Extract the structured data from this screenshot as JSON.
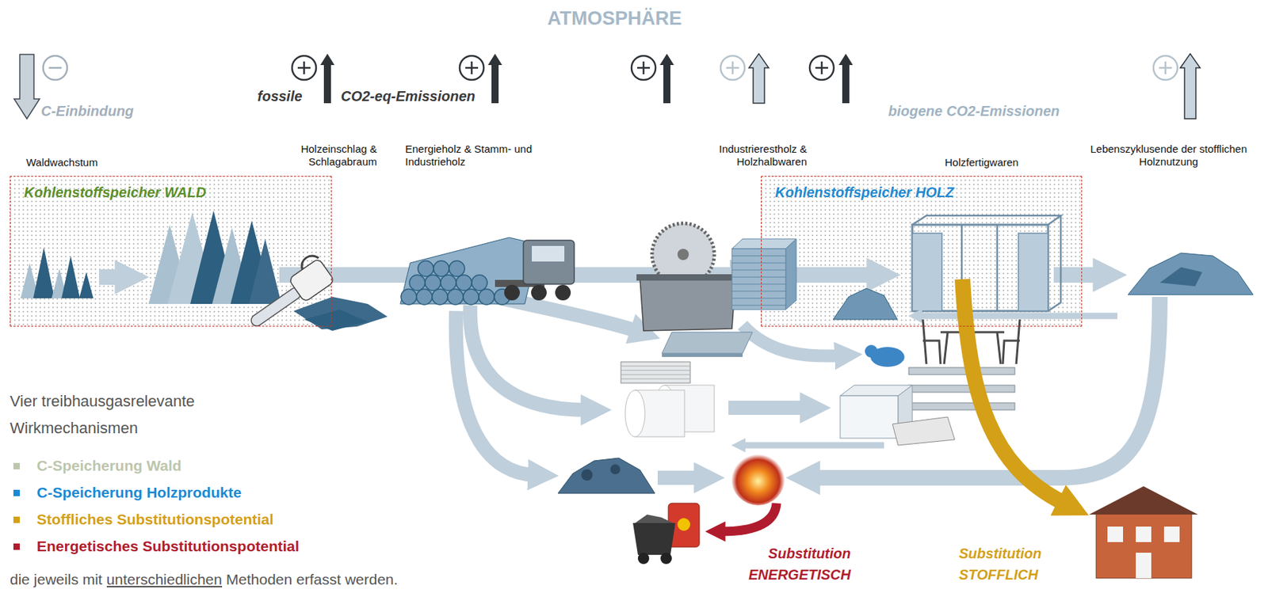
{
  "diagram": {
    "title": "ATMOSPHÄRE",
    "caption": "die jeweils mit unterschiedlichen Methoden erfasst werden.",
    "nodes": [
      {
        "text": [
          "Kohlenstoffspeicher WALD"
        ]
      },
      {
        "text": [
          "Kohlenstoffspeicher HOLZ"
        ]
      }
    ],
    "edges": [
      {
        "from": 0,
        "to": 1,
        "arrow": "to"
      }
    ],
    "labels": [
      "C-Einbindung",
      "fossile",
      "CO2-eq-Emissionen",
      "biogene CO2-Emissionen",
      "Waldwachstum",
      "Holzeinschlag & Schlagabraum",
      "Energieholz & Stamm- und Industrieholz",
      "Industrierestholz & Holzhalbwaren",
      "Holzfertigwaren",
      "Lebenszyklusende der stofflichen Holznutzung",
      "Vier treibhausgasrelevante Wirkmechanismen",
      "Substitution ENERGETISCH",
      "Substitution STOFFLICH"
    ],
    "legend": [
      {
        "text": "C-Speicherung Wald",
        "color": "#bcc6ad"
      },
      {
        "text": "C-Speicherung Holzprodukte",
        "color": "#1a8ad4"
      },
      {
        "text": "Stoffliches Substitutionspotential",
        "color": "#d4a017"
      },
      {
        "text": "Energetisches Substitutionspotential",
        "color": "#b01c2e"
      }
    ]
  }
}
